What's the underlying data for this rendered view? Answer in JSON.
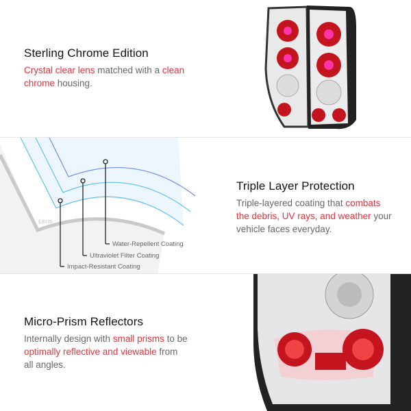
{
  "sections": [
    {
      "title": "Sterling Chrome Edition",
      "desc": [
        {
          "t": "Crystal clear lens",
          "hl": true
        },
        {
          "t": " matched with a ",
          "hl": false
        },
        {
          "t": "clean chrome",
          "hl": true
        },
        {
          "t": " housing.",
          "hl": false
        }
      ]
    },
    {
      "title": "Triple Layer Protection",
      "desc": [
        {
          "t": "Triple-layered coating that ",
          "hl": false
        },
        {
          "t": "combats the debris, UV rays, and weather",
          "hl": true
        },
        {
          "t": " your vehicle faces everyday.",
          "hl": false
        }
      ]
    },
    {
      "title": "Micro-Prism Reflectors",
      "desc": [
        {
          "t": "Internally design with ",
          "hl": false
        },
        {
          "t": "small prisms",
          "hl": true
        },
        {
          "t": " to be ",
          "hl": false
        },
        {
          "t": "optimally reflective and viewable",
          "hl": true
        },
        {
          "t": " from all angles.",
          "hl": false
        }
      ]
    }
  ],
  "diagram": {
    "lens_label": "Lens",
    "layers": [
      "Water-Repellent Coating",
      "Ultraviolet Filter Coating",
      "Impact-Resistant Coating"
    ]
  },
  "colors": {
    "highlight": "#e8303a",
    "coating": "#5aaee8"
  }
}
